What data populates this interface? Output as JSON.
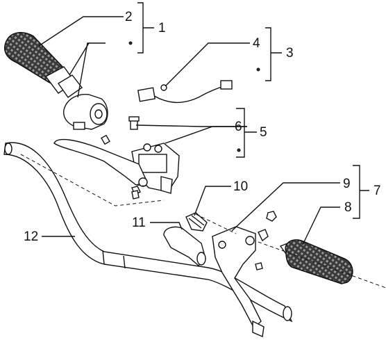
{
  "callouts": {
    "c1": "1",
    "c2": "2",
    "c3": "3",
    "c4": "4",
    "c5": "5",
    "c6": "6",
    "c7": "7",
    "c8": "8",
    "c9": "9",
    "c10": "10",
    "c11": "11",
    "c12": "12"
  },
  "colors": {
    "ink": "#111111",
    "paper": "#ffffff"
  }
}
